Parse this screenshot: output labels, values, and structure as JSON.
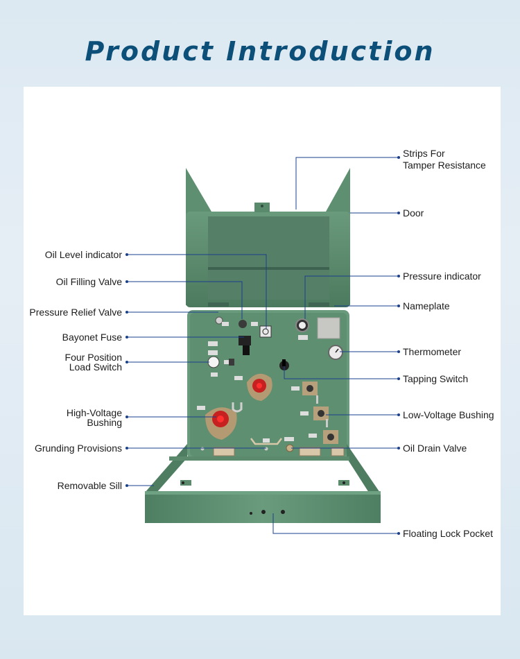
{
  "title": "Product Introduction",
  "colors": {
    "title": "#0c4f78",
    "leader": "#1a3f8c",
    "cabinet": "#5a8a6c",
    "bushing_red": "#e01010"
  },
  "labels": {
    "strips": "Strips For",
    "strips2": "Tamper Resistance",
    "door": "Door",
    "oil_level": "Oil Level indicator",
    "oil_filling": "Oil Filling Valve",
    "pressure_relief": "Pressure Relief Valve",
    "bayonet": "Bayonet Fuse",
    "four_pos1": "Four Position",
    "four_pos2": "Load Switch",
    "hv1": "High-Voltage",
    "hv2": "Bushing",
    "grounding": "Grunding Provisions",
    "sill": "Removable Sill",
    "pressure_ind": "Pressure indicator",
    "nameplate": "Nameplate",
    "thermometer": "Thermometer",
    "tapping": "Tapping Switch",
    "lv_bushing": "Low-Voltage Bushing",
    "drain": "Oil Drain Valve",
    "lock": "Floating Lock Pocket"
  }
}
